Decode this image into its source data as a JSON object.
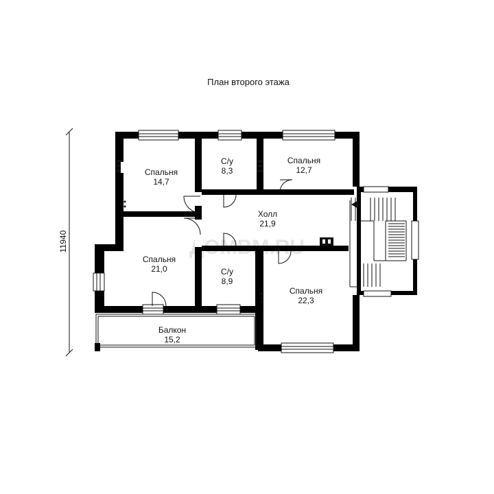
{
  "title": "План второго этажа",
  "dimension": "11940",
  "watermark": "ДОМВМ.RU",
  "rooms": [
    {
      "name": "Спальня",
      "area": "14,7"
    },
    {
      "name": "С/у",
      "area": "8,3"
    },
    {
      "name": "Спальня",
      "area": "12,7"
    },
    {
      "name": "Холл",
      "area": "21,9"
    },
    {
      "name": "Спальня",
      "area": "21,0"
    },
    {
      "name": "С/у",
      "area": "8,9"
    },
    {
      "name": "Спальня",
      "area": "22,3"
    },
    {
      "name": "Балкон",
      "area": "15,2"
    }
  ],
  "colors": {
    "wall": "#000000",
    "line": "#111111",
    "background": "#ffffff"
  }
}
